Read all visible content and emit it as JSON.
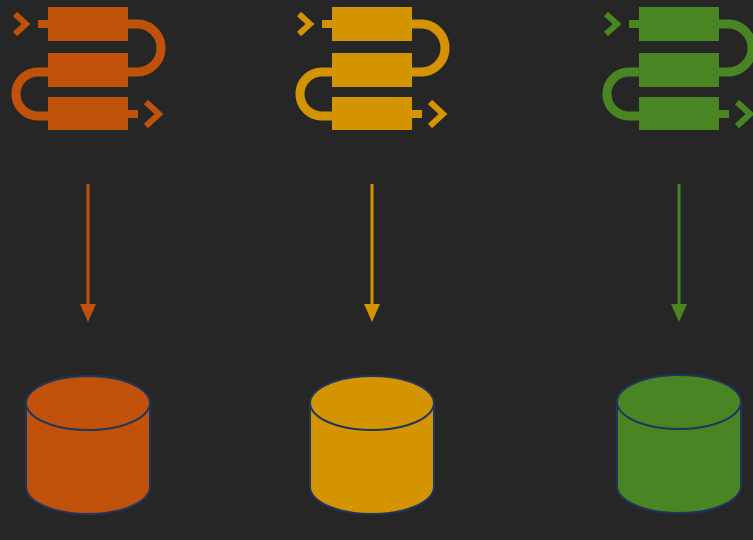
{
  "background": "#262626",
  "outline_color": "#1f3560",
  "pipelines": [
    {
      "name": "orange",
      "color": "#c0510a",
      "flow_icon": "workflow-loop-icon",
      "store_icon": "database-cylinder-icon"
    },
    {
      "name": "yellow",
      "color": "#d39400",
      "flow_icon": "workflow-loop-icon",
      "store_icon": "database-cylinder-icon"
    },
    {
      "name": "green",
      "color": "#4a8523",
      "flow_icon": "workflow-loop-icon",
      "store_icon": "database-cylinder-icon"
    }
  ]
}
